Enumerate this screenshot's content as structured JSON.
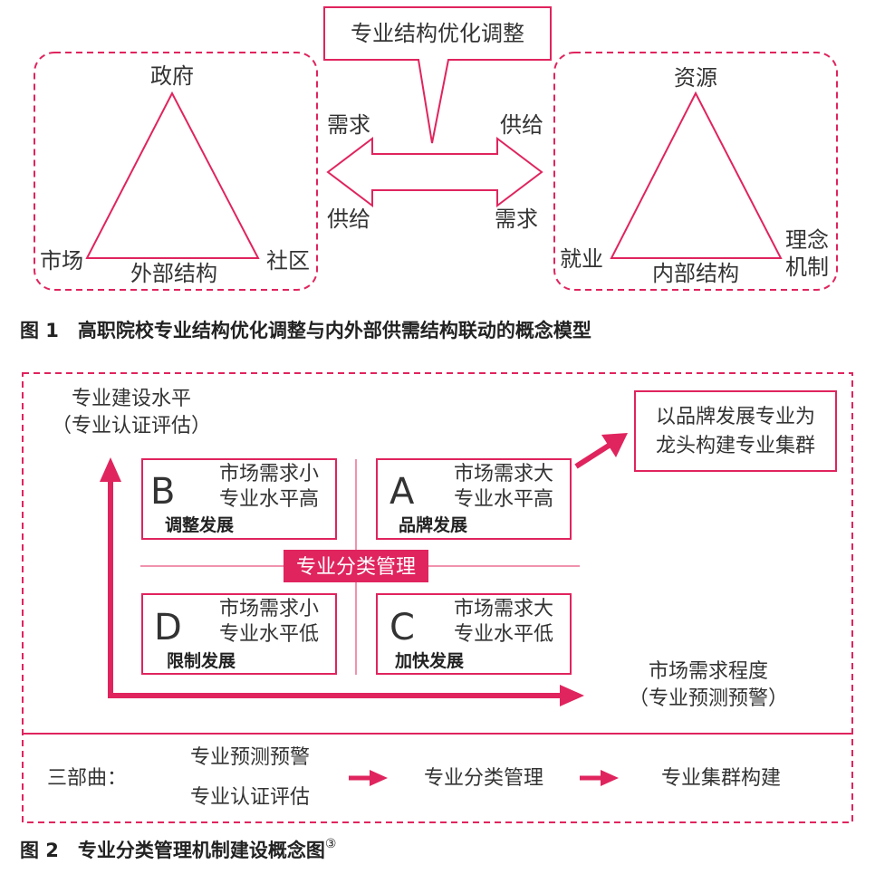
{
  "fig1": {
    "callout": "专业结构优化调整",
    "left": {
      "top": "政府",
      "left": "市场",
      "right": "社区",
      "bottom": "外部结构"
    },
    "right": {
      "top": "资源",
      "left": "就业",
      "right_line1": "理念",
      "right_line2": "机制",
      "bottom": "内部结构"
    },
    "arrow_labels": {
      "top_left": "需求",
      "top_right": "供给",
      "bottom_left": "供给",
      "bottom_right": "需求"
    },
    "caption": "图 1　高职院校专业结构优化调整与内外部供需结构联动的概念模型"
  },
  "fig2": {
    "y_axis_line1": "专业建设水平",
    "y_axis_line2": "（专业认证评估）",
    "x_axis_line1": "市场需求程度",
    "x_axis_line2": "（专业预测预警）",
    "target_line1": "以品牌发展专业为",
    "target_line2": "龙头构建专业集群",
    "center_label": "专业分类管理",
    "quadrants": {
      "B": {
        "letter": "B",
        "line1": "市场需求小",
        "line2": "专业水平高",
        "action": "调整发展"
      },
      "A": {
        "letter": "A",
        "line1": "市场需求大",
        "line2": "专业水平高",
        "action": "品牌发展"
      },
      "D": {
        "letter": "D",
        "line1": "市场需求小",
        "line2": "专业水平低",
        "action": "限制发展"
      },
      "C": {
        "letter": "C",
        "line1": "市场需求大",
        "line2": "专业水平低",
        "action": "加快发展"
      }
    },
    "steps": {
      "label": "三部曲：",
      "step1_line1": "专业预测预警",
      "step1_line2": "专业认证评估",
      "step2": "专业分类管理",
      "step3": "专业集群构建"
    },
    "caption": "图 2　专业分类管理机制建设概念图",
    "caption_note": "③"
  },
  "colors": {
    "accent": "#e0245e",
    "text": "#333333"
  }
}
